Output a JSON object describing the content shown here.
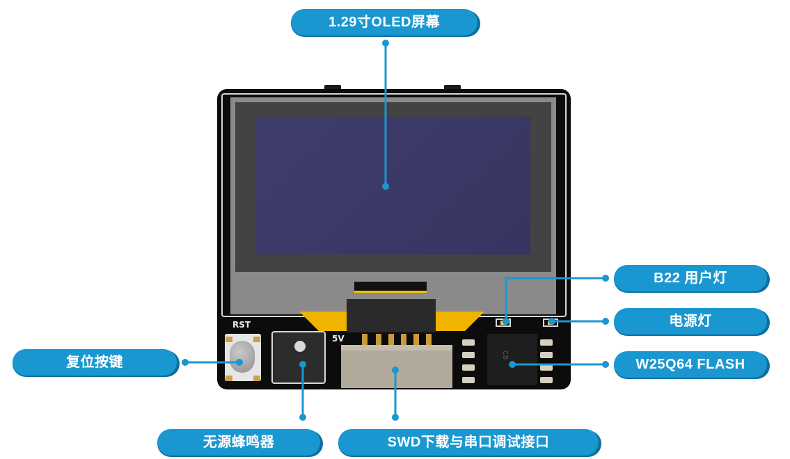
{
  "labels": {
    "oled": "1.29寸OLED屏幕",
    "user_led": "B22 用户灯",
    "power_led": "电源灯",
    "flash": "W25Q64 FLASH",
    "reset": "复位按键",
    "buzzer": "无源蜂鸣器",
    "swd": "SWD下载与串口调试接口"
  },
  "silkscreen": {
    "rst": "RST",
    "five_v": "5V",
    "chip_mark": "C8"
  },
  "colors": {
    "label_fill": "#1a97d0",
    "label_shadow": "#0d6f9f",
    "leader": "#1a97d0",
    "board": "#0c0c0c",
    "oled_screen": "#3c3a69"
  }
}
